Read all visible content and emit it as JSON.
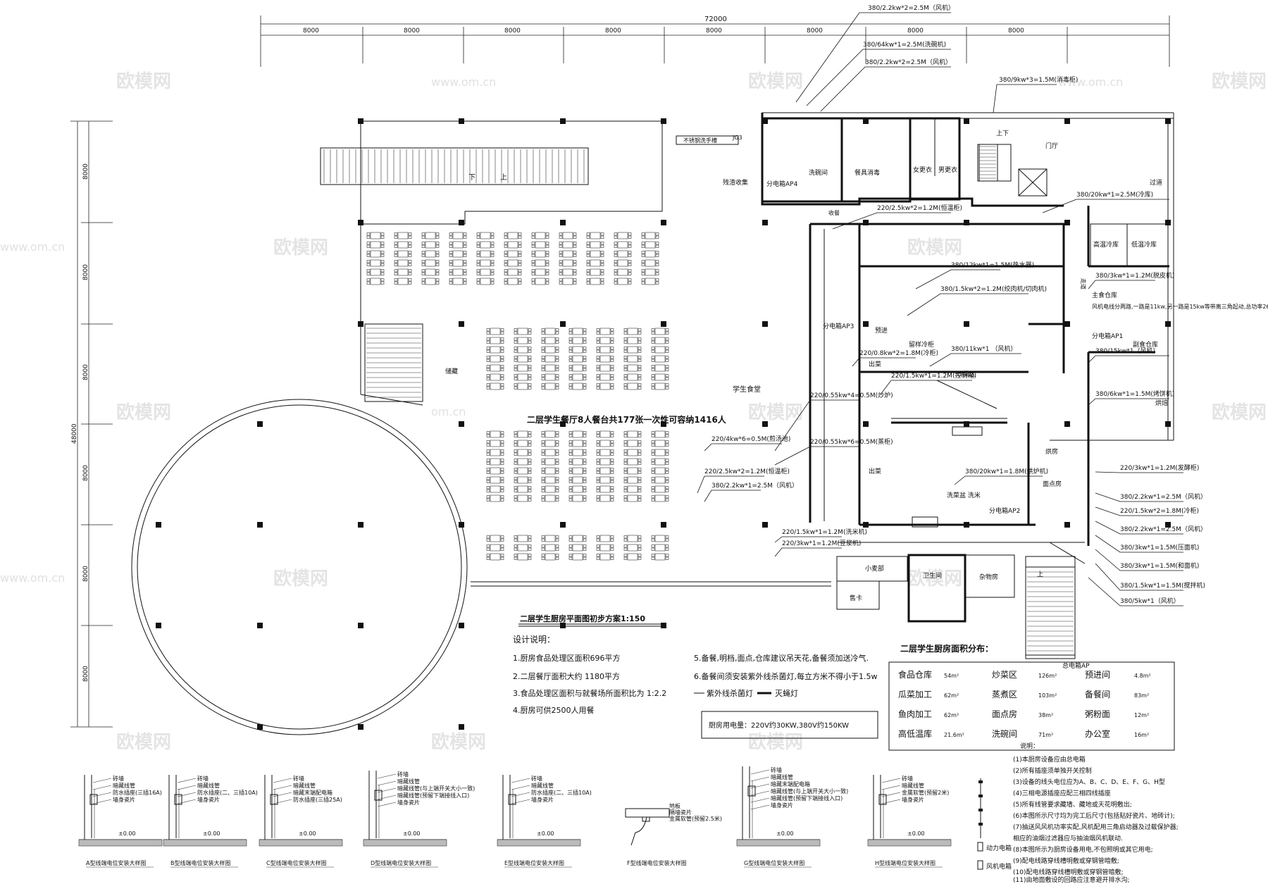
{
  "dimensions": {
    "top_total": "72000",
    "top_segments": [
      "8000",
      "8000",
      "8000",
      "8000",
      "8000",
      "8000",
      "8000",
      "8000"
    ],
    "left_total": "48000",
    "left_segments": [
      "8000",
      "8000",
      "8000",
      "8000",
      "8000",
      "8000"
    ]
  },
  "callouts": [
    "380/2.2kw*2=2.5M（风机）",
    "380/64kw*1=2.5M(洗碗机)",
    "380/2.2kw*2=2.5M（风机）",
    "380/9kw*3=1.5M(消毒柜)",
    "380/20kw*1=2.5M(冷库)",
    "220/2.5kw*2=1.2M(恒温柜)",
    "380/12kw*1=1.5M(热水器)",
    "380/1.5kw*2=1.2M(绞肉机/切肉机)",
    "380/3kw*1=1.2M(脱皮机)",
    "380/11kw*1 （风机）",
    "220/0.8kw*2=1.8M(冷柜)",
    "380/15kw*1（风机）",
    "220/1.5kw*1=1.2M(控制箱)",
    "380/6kw*1=1.5M(烤饼机)",
    "220/0.55kw*4=0.5M(炒炉)",
    "220/4kw*6=0.5M(煎汤池)",
    "220/0.55kw*6=0.5M(蒸柜)",
    "220/2.5kw*2=1.2M(恒温柜)",
    "380/20kw*1=1.8M(烘炉机)",
    "220/3kw*1=1.2M(发酵柜)",
    "380/2.2kw*1=2.5M（风机）",
    "380/2.2kw*1=2.5M（风机）",
    "220/1.5kw*2=1.8M(冷柜)",
    "380/2.2kw*1=2.5M（风机）",
    "220/1.5kw*1=1.2M(洗米机)",
    "380/3kw*1=1.5M(压面机)",
    "220/3kw*1=1.2M(豆浆机)",
    "380/3kw*1=1.5M(和面机)",
    "380/1.5kw*1=1.5M(搅拌机)",
    "380/5kw*1（风机）"
  ],
  "rooms": {
    "stair_up": "上",
    "stair_down": "下",
    "sink": "不锈钢洗手槽",
    "jg3": "JG3",
    "dish_room": "洗碗间",
    "tableware": "餐具消毒",
    "female_change": "女更衣",
    "male_change": "男更衣",
    "lobby": "门厅",
    "stair_updown": "上下",
    "corridor": "过道",
    "leftover": "残渣收集",
    "box_ap4": "分电箱AP4",
    "entrance_label": "收餐",
    "hi_cold": "高温冷库",
    "lo_cold": "低温冷库",
    "box_ap3": "分电箱AP3",
    "prep": "预进",
    "cold_cab": "留样冷柜",
    "staple_store": "主食仓库",
    "box_ap1": "分电箱AP1",
    "side_store": "副食仓库",
    "fan_note": "风机电线分两路,一路是11kw,另一路是15kw等带离三角起动,总功率26kw",
    "cooking": "炒菜区",
    "serve1": "出菜",
    "serve2": "出菜",
    "store_room": "储藏",
    "dining": "学生食堂",
    "hall_title": "二层学生餐厅8人餐台共177张一次性可容纳1416人",
    "baking": "烘房",
    "pastry": "面点房",
    "wash_rice": "洗菜盆   洗米",
    "box_ap2": "分电箱AP2",
    "baking_room": "烘焙",
    "wheat": "小麦部",
    "toilet": "卫生间",
    "misc": "杂物房",
    "card": "售卡",
    "main_box": "总电箱AP",
    "up2": "上",
    "corridor_v": "走道"
  },
  "plan_title": "二层学生厨房平面图初步方案1:150",
  "notes": {
    "heading": "设计说明：",
    "items": [
      "1.厨房食品处理区面积696平方",
      "2.二层餐厅面积大约 1180平方",
      "3.食品处理区面积与就餐场所面积比为 1:2.2",
      "4.厨房可供2500人用餐"
    ],
    "items_right": [
      "5.备餐,明档,面点,仓库建议吊天花,备餐须加送冷气.",
      "6.备餐间须安装紫外线杀菌灯,每立方米不得小于1.5w"
    ],
    "legend_uv": "紫外线杀菌灯",
    "legend_fly": "灭蝇灯"
  },
  "power": "厨房用电量：220V约30KW,380V约150KW",
  "area": {
    "title": "二层学生厨房面积分布：",
    "rows": [
      [
        {
          "name": "食品仓库",
          "val": "54m²"
        },
        {
          "name": "炒菜区",
          "val": "126m²"
        },
        {
          "name": "预进间",
          "val": "4.8m²"
        }
      ],
      [
        {
          "name": "瓜菜加工",
          "val": "62m²"
        },
        {
          "name": "蒸煮区",
          "val": "103m²"
        },
        {
          "name": "备餐间",
          "val": "83m²"
        }
      ],
      [
        {
          "name": "鱼肉加工",
          "val": "62m²"
        },
        {
          "name": "面点房",
          "val": "38m²"
        },
        {
          "name": "粥粉面",
          "val": "12m²"
        }
      ],
      [
        {
          "name": "高低温库",
          "val": "21.6m²"
        },
        {
          "name": "洗碗间",
          "val": "71m²"
        },
        {
          "name": "办公室",
          "val": "16m²"
        }
      ]
    ]
  },
  "explain": {
    "heading": "说明：",
    "items": [
      "(1)本厨房设备应由总电箱",
      "(2)所有插座须单独开关控制",
      "(3)设备的线头电位应为A、B、C、D、E、F、G、H型",
      "(4)三相电源插座应配三相四线插座",
      "(5)所有线管要求藏墙、藏地或天花明敷出;",
      "(6)本图所示尺寸均为完工后尺寸(包括贴好瓷片、地砖计);",
      "(7)抽送风风机功率实配,风机配用三角启动器及过载保护器;",
      "    相应的油烟过滤器应与抽油烟风机联动.",
      "(8)本图所示为厨房设备用电,不包照明或其它用电;",
      "(9)配电线路穿线槽明敷或穿钢管暗敷;",
      "(10)配电线路穿线槽明敷或穿钢管暗敷;",
      "(11)由地面敷设的回路应注意避开排水沟;"
    ],
    "legend_power": "动力电箱",
    "legend_fan": "风机电箱"
  },
  "details": [
    {
      "title": "A型线端电位安装大样图",
      "lines": [
        "砖墙",
        "暗藏线管",
        "防水插座(三插16A)",
        "墙身瓷片"
      ],
      "zero": "±0.00"
    },
    {
      "title": "B型线端电位安装大样图",
      "lines": [
        "砖墙",
        "暗藏线管",
        "防水插座(二、三插10A)",
        "墙身瓷片"
      ],
      "zero": "±0.00"
    },
    {
      "title": "C型线端电位安装大样图",
      "lines": [
        "砖墙",
        "暗藏线管",
        "暗藏末端配电箱",
        "防水插座(三插25A)"
      ],
      "zero": "±0.00"
    },
    {
      "title": "D型线端电位安装大样图",
      "lines": [
        "砖墙",
        "暗藏线管",
        "暗藏线管(与上端开关大小一致)",
        "暗藏线管(预留下端接线入口)",
        "墙身瓷片"
      ],
      "zero": "±0.00"
    },
    {
      "title": "E型线端电位安装大样图",
      "lines": [
        "砖墙",
        "暗藏线管",
        "防水插座(二、三插10A)",
        "墙身瓷片"
      ],
      "zero": "±0.00"
    },
    {
      "title": "F型线端电位安装大样图",
      "lines": [
        "地板",
        "隔墙瓷片",
        "金属软管(预留2.5米)"
      ],
      "zero": ""
    },
    {
      "title": "G型线端电位安装大样图",
      "lines": [
        "砖墙",
        "暗藏线管",
        "暗藏末端配电箱",
        "暗藏线管(与上端开关大小一致)",
        "暗藏线管(预留下端接线入口)",
        "墙身瓷片"
      ],
      "zero": "±0.00"
    },
    {
      "title": "H型线端电位安装大样图",
      "lines": [
        "砖墙",
        "暗藏线管",
        "金属软管(预留2米)",
        "墙身瓷片"
      ],
      "zero": "±0.00"
    }
  ],
  "watermarks": [
    "欧模网",
    "www.om.cn",
    "欧模网",
    "www.om.cn",
    "欧模网",
    "www.om.cn",
    "欧模网",
    "欧模网",
    "om.cn",
    "欧模网",
    "欧模网",
    "欧模网",
    "www.om.cn",
    "欧模网",
    "欧模网",
    "欧模网",
    "欧模网",
    "欧模网"
  ]
}
